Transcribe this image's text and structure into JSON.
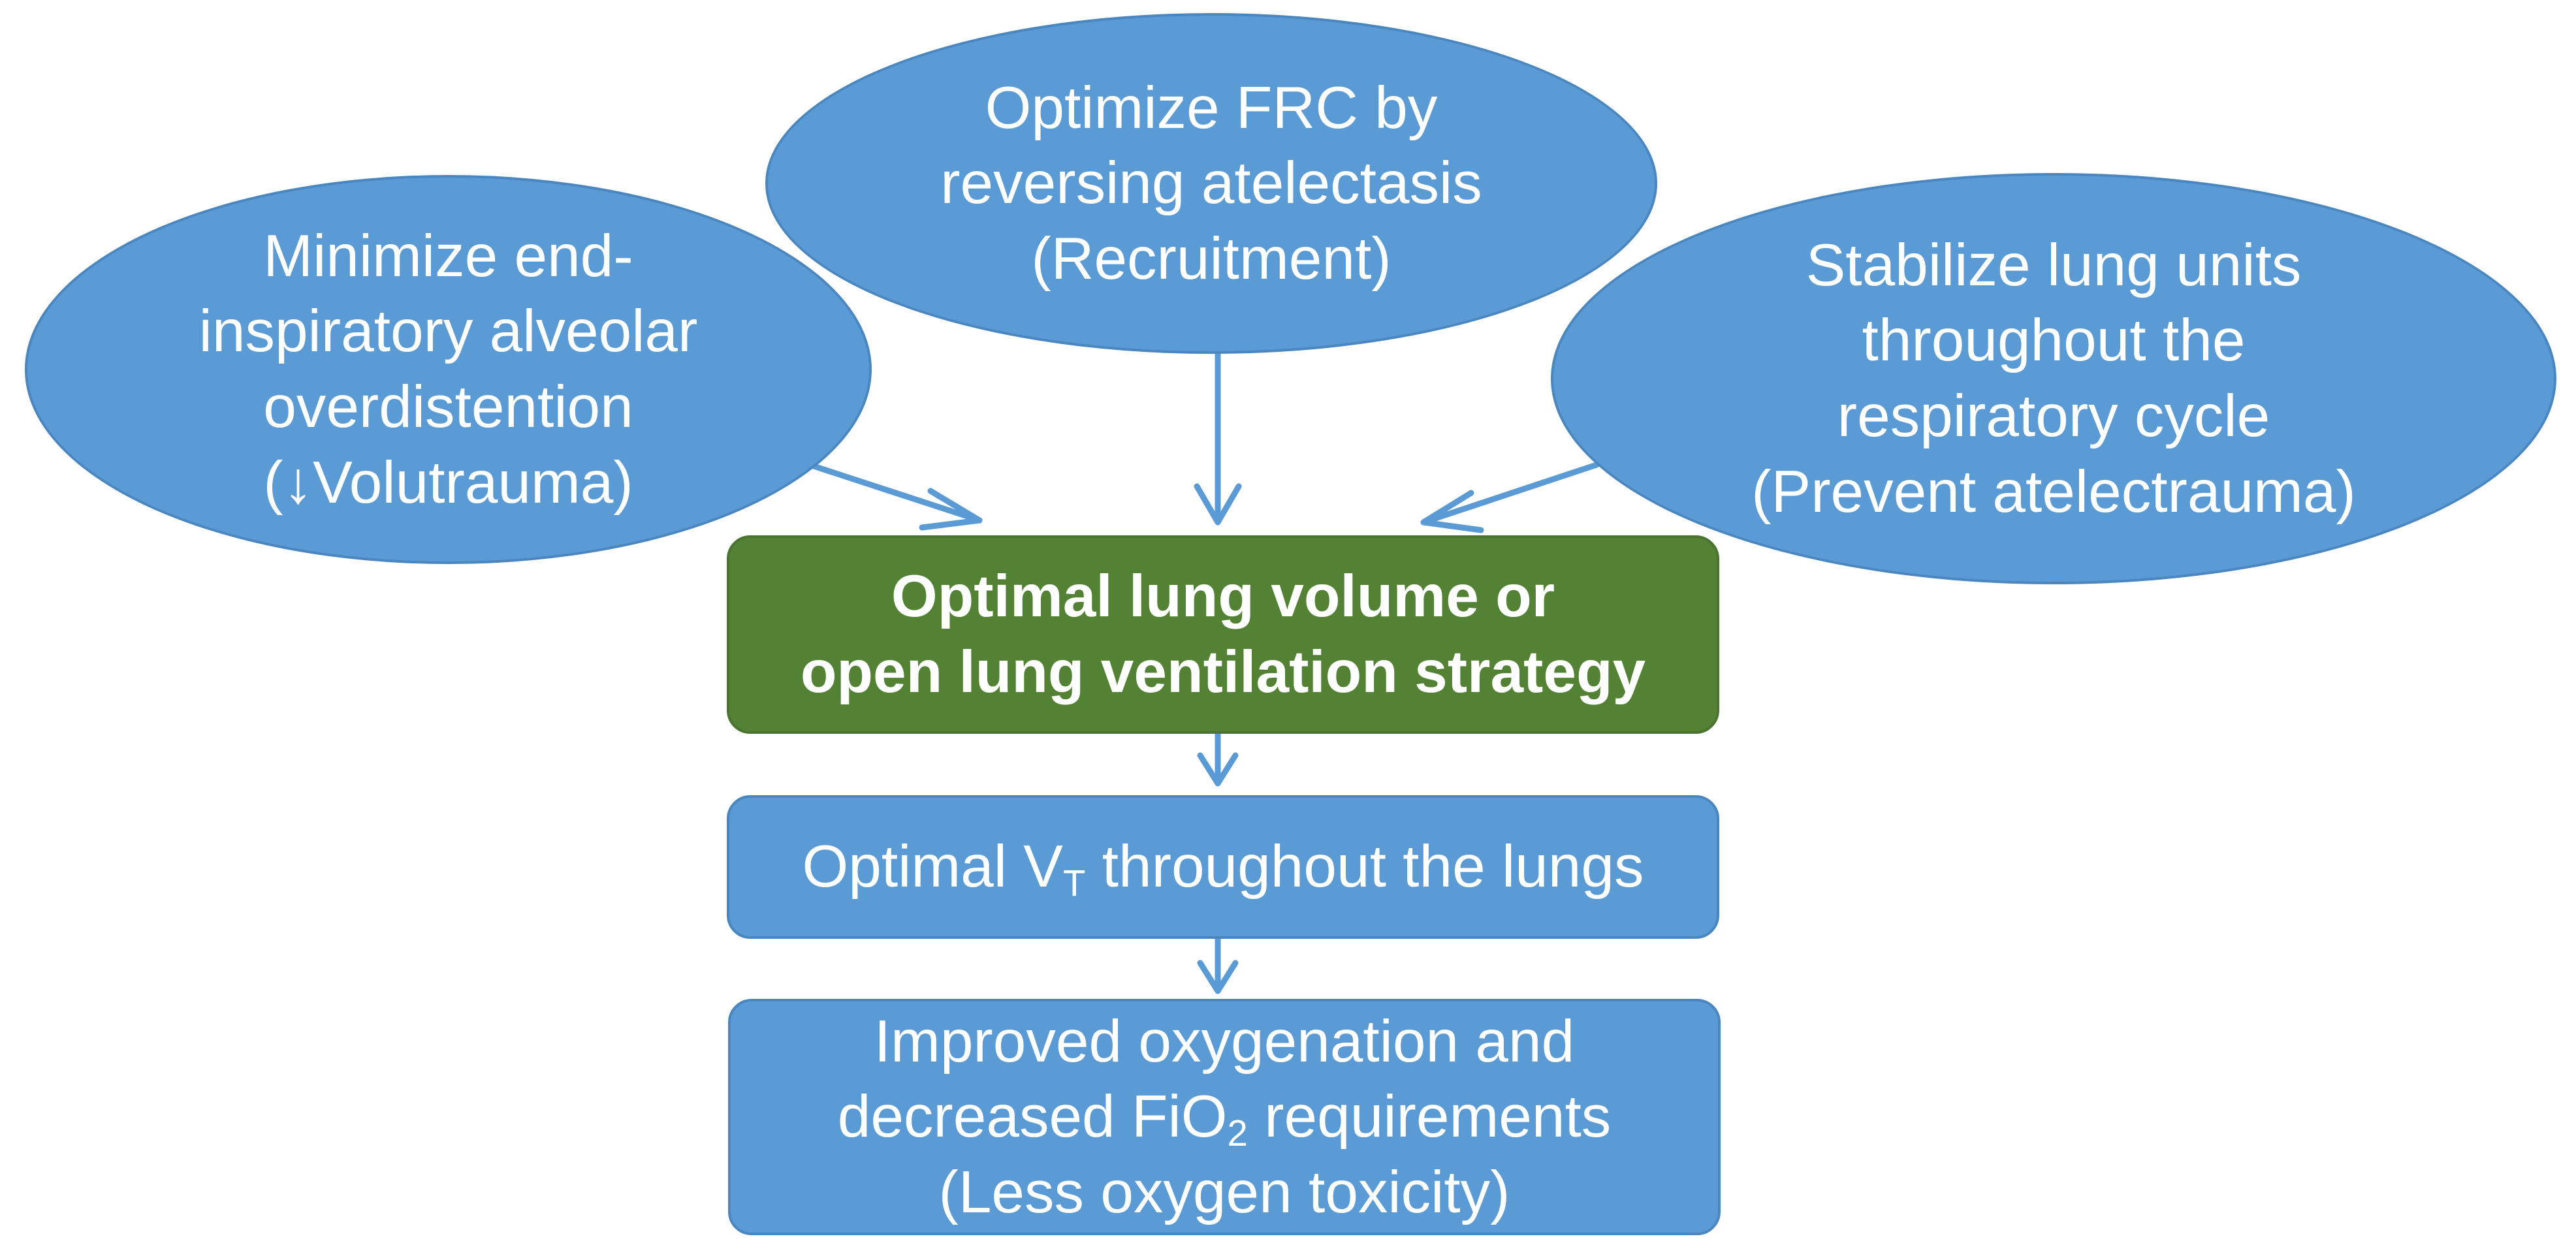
{
  "colors": {
    "node_blue": "#5b9bd5",
    "node_green": "#548235",
    "arrow": "#5b9bd5",
    "text": "#ffffff"
  },
  "nodes": {
    "left": {
      "lines": [
        "Minimize end-",
        "inspiratory alveolar",
        "overdistention"
      ],
      "last_open": "(",
      "last_arrow": "↓",
      "last_rest": "Volutrauma)"
    },
    "top": {
      "lines": [
        "Optimize FRC by",
        "reversing atelectasis",
        "(Recruitment)"
      ]
    },
    "right": {
      "lines": [
        "Stabilize lung units",
        "throughout the",
        "respiratory cycle",
        "(Prevent atelectrauma)"
      ]
    },
    "center": {
      "lines": [
        "Optimal lung volume or",
        "open lung ventilation strategy"
      ]
    },
    "vt": {
      "prefix": "Optimal V",
      "sub": "T",
      "suffix": " throughout the lungs"
    },
    "outcome": {
      "line1": "Improved oxygenation and",
      "line2_prefix": "decreased FiO",
      "line2_sub": "2",
      "line2_suffix": " requirements",
      "line3": "(Less oxygen toxicity)"
    }
  }
}
